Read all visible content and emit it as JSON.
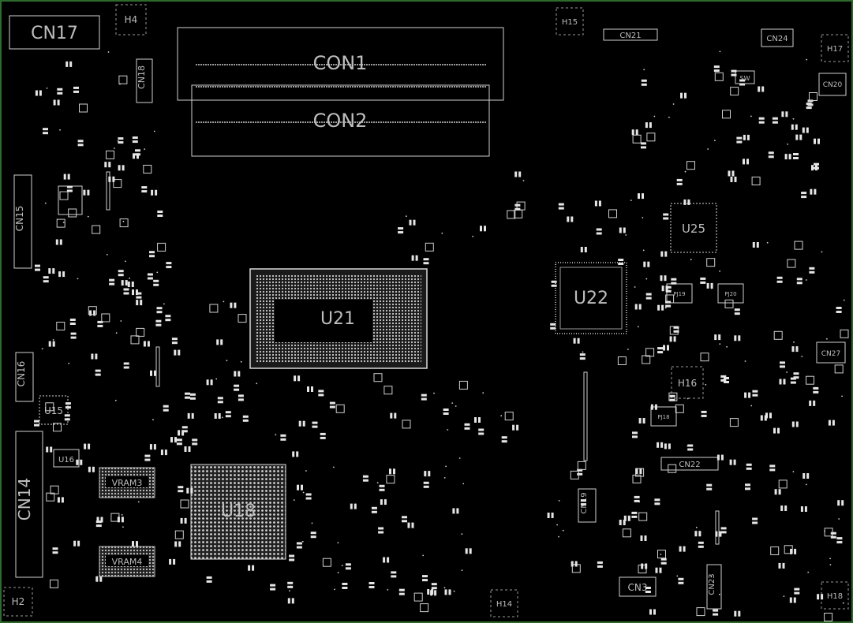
{
  "connectors": {
    "con1": "CON1",
    "con2": "CON2",
    "cn17": "CN17",
    "cn18": "CN18",
    "cn15": "CN15",
    "cn16": "CN16",
    "cn14": "CN14",
    "cn19": "CN19",
    "cn21": "CN21",
    "cn24": "CN24",
    "cn20": "CN20",
    "cn27": "CN27",
    "cn22": "CN22",
    "cn3": "CN3",
    "cn23": "CN23"
  },
  "chips": {
    "u21": "U21",
    "u22": "U22",
    "u25": "U25",
    "u18": "U18",
    "u15": "U15",
    "u16": "U16",
    "pu19": "PJ19",
    "pu20": "PJ20",
    "pu18": "PJ18",
    "sw": "SW"
  },
  "memory": {
    "vram3": "VRAM3",
    "vram4": "VRAM4"
  },
  "holes": {
    "h4": "H4",
    "h2": "H2",
    "h14": "H14",
    "h15": "H15",
    "h16": "H16",
    "h17": "H17",
    "h18": "H18"
  }
}
